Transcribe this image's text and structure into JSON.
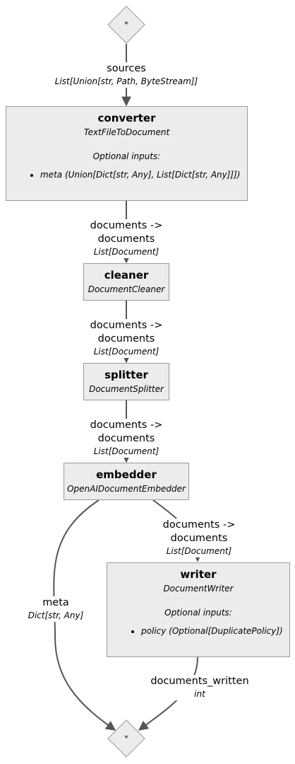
{
  "start_node": {
    "label": "*"
  },
  "end_node": {
    "label": "*"
  },
  "nodes": {
    "converter": {
      "title": "converter",
      "cls": "TextFileToDocument",
      "optional_header": "Optional inputs:",
      "optional_items": [
        "meta (Union[Dict[str, Any], List[Dict[str, Any]]])"
      ]
    },
    "cleaner": {
      "title": "cleaner",
      "cls": "DocumentCleaner"
    },
    "splitter": {
      "title": "splitter",
      "cls": "DocumentSplitter"
    },
    "embedder": {
      "title": "embedder",
      "cls": "OpenAIDocumentEmbedder"
    },
    "writer": {
      "title": "writer",
      "cls": "DocumentWriter",
      "optional_header": "Optional inputs:",
      "optional_items": [
        "policy (Optional[DuplicatePolicy])"
      ]
    }
  },
  "edges": {
    "sources": {
      "name": "sources",
      "type": "List[Union[str, Path, ByteStream]]"
    },
    "conv_clean": {
      "name": "documents -> documents",
      "type": "List[Document]"
    },
    "clean_split": {
      "name": "documents -> documents",
      "type": "List[Document]"
    },
    "split_embed": {
      "name": "documents -> documents",
      "type": "List[Document]"
    },
    "embed_write": {
      "name": "documents -> documents",
      "type": "List[Document]"
    },
    "meta": {
      "name": "meta",
      "type": "Dict[str, Any]"
    },
    "written": {
      "name": "documents_written",
      "type": "int"
    }
  },
  "colors": {
    "node_fill": "#ececec",
    "node_border": "#9a9a9a",
    "edge": "#555555"
  }
}
